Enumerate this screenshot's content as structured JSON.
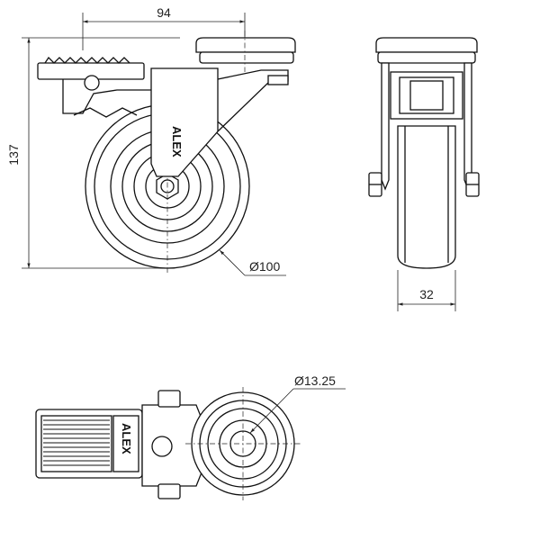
{
  "dimensions": {
    "width_top": "94",
    "height_left": "137",
    "wheel_diameter": "Ø100",
    "wheel_width": "32",
    "bolt_hole": "Ø13.25"
  },
  "brand": {
    "side_logo": "ALEX",
    "bottom_logo": "ALEX"
  }
}
